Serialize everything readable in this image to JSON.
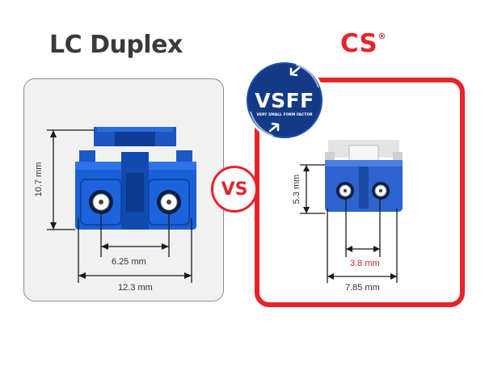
{
  "left": {
    "title": "LC Duplex",
    "height_label": "10.7 mm",
    "pitch_label": "6.25 mm",
    "width_label": "12.3 mm"
  },
  "right": {
    "title": "CS",
    "title_mark": "®",
    "height_label": "5.3 mm",
    "pitch_label": "3.8 mm",
    "width_label": "7.85 mm"
  },
  "vs_label": "VS",
  "vsff_badge": {
    "text": "VSFF",
    "subtext": "VERY SMALL FORM FACTOR"
  },
  "colors": {
    "accent_red": "#e8232a",
    "connector_blue": "#1a5fd6",
    "badge_navy": "#123a86"
  }
}
